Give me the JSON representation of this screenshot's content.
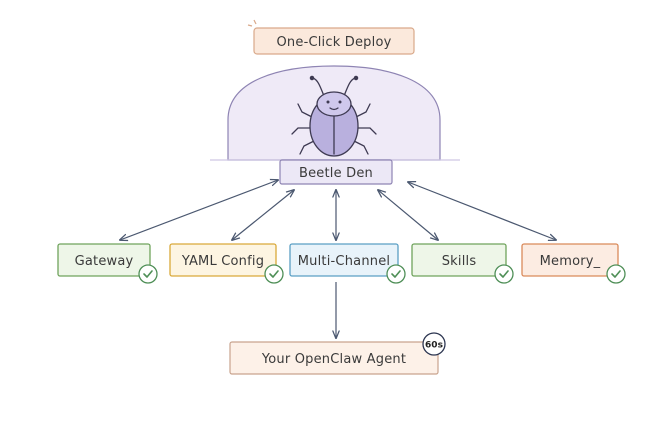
{
  "header": {
    "title": "One-Click Deploy"
  },
  "hub": {
    "label": "Beetle Den",
    "icon": "beetle-icon"
  },
  "features": [
    {
      "label": "Gateway",
      "color": "#6fa35c",
      "fill": "#eef6e8",
      "status": "check-icon"
    },
    {
      "label": "YAML Config",
      "color": "#d9a93a",
      "fill": "#fdf5e2",
      "status": "check-icon"
    },
    {
      "label": "Multi-Channel",
      "color": "#5a9fc4",
      "fill": "#e8f3fa",
      "status": "check-icon"
    },
    {
      "label": "Skills",
      "color": "#6fa35c",
      "fill": "#eef6e8",
      "status": "check-icon"
    },
    {
      "label": "Memory_",
      "color": "#d98a5a",
      "fill": "#fcece2",
      "status": "check-icon"
    }
  ],
  "result": {
    "label": "Your OpenClaw Agent",
    "badge": "60s"
  },
  "colors": {
    "arrow": "#4b5870",
    "dome": "#efeaf7",
    "dome_stroke": "#8e84b3",
    "beetle": "#b9b0de",
    "hub_fill": "#ece8f6",
    "hub_stroke": "#8e84b3",
    "header_fill": "#fbe9dc",
    "header_stroke": "#d9a98a",
    "result_fill": "#fdf1e8",
    "result_stroke": "#c9a48e",
    "check": "#4f8f57"
  }
}
